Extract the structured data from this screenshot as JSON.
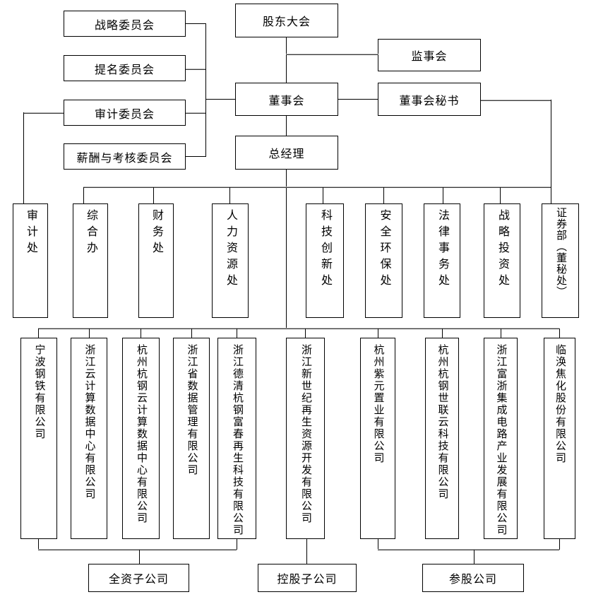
{
  "colors": {
    "background": "#ffffff",
    "box_border": "#000000",
    "text": "#000000",
    "line": "#000000",
    "line_shadow": "#b3b3b3"
  },
  "nodes": {
    "shareholders_meeting": "股东大会",
    "supervisory_board": "监事会",
    "board_of_directors": "董事会",
    "board_secretary": "董事会秘书",
    "general_manager": "总经理",
    "committees": [
      "战略委员会",
      "提名委员会",
      "审计委员会",
      "薪酬与考核委员会"
    ],
    "departments": [
      "审计处",
      "综合办",
      "财务处",
      "人力资源处",
      "科技创新处",
      "安全环保处",
      "法律事务处",
      "战略投资处",
      "证券部（董秘处）"
    ],
    "subsidiaries": [
      "宁波钢铁有限公司",
      "浙江云计算数据中心有限公司",
      "杭州杭钢云计算数据中心有限公司",
      "浙江省数据管理有限公司",
      "浙江德清杭钢富春再生科技有限公司",
      "浙江新世纪再生资源开发有限公司",
      "杭州紫元置业有限公司",
      "杭州杭钢世联云科技有限公司",
      "浙江富浙集成电路产业发展有限公司",
      "临涣焦化股份有限公司"
    ],
    "ownership_groups": [
      "全资子公司",
      "控股子公司",
      "参股公司"
    ]
  }
}
